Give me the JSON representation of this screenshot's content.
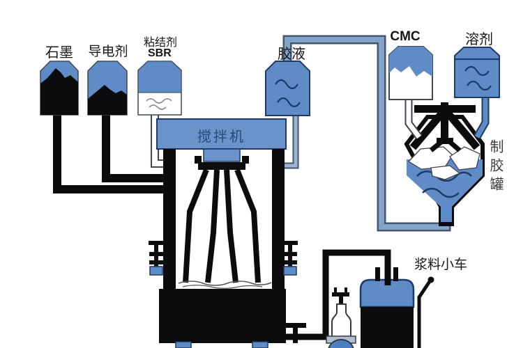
{
  "diagram": {
    "title": "battery-slurry-mixing-process",
    "background": "#ffffff",
    "colors": {
      "tank_blue": "#5f8bc7",
      "mixer_blue": "#6a93cc",
      "outline_navy": "#1e3a66",
      "pipe_fill": "#82a4c8",
      "pipe_outline": "#44566e",
      "ink_black": "#0c0c0e"
    },
    "labels": {
      "graphite": "石墨",
      "conductive_agent": "导电剂",
      "binder": "粘结剂",
      "binder_type": "SBR",
      "glue_solution": "胶液",
      "cmc": "CMC",
      "solvent": "溶剂",
      "mixer": "搅拌机",
      "glue_making_tank": "制胶罐",
      "slurry_cart": "浆料小车"
    }
  }
}
